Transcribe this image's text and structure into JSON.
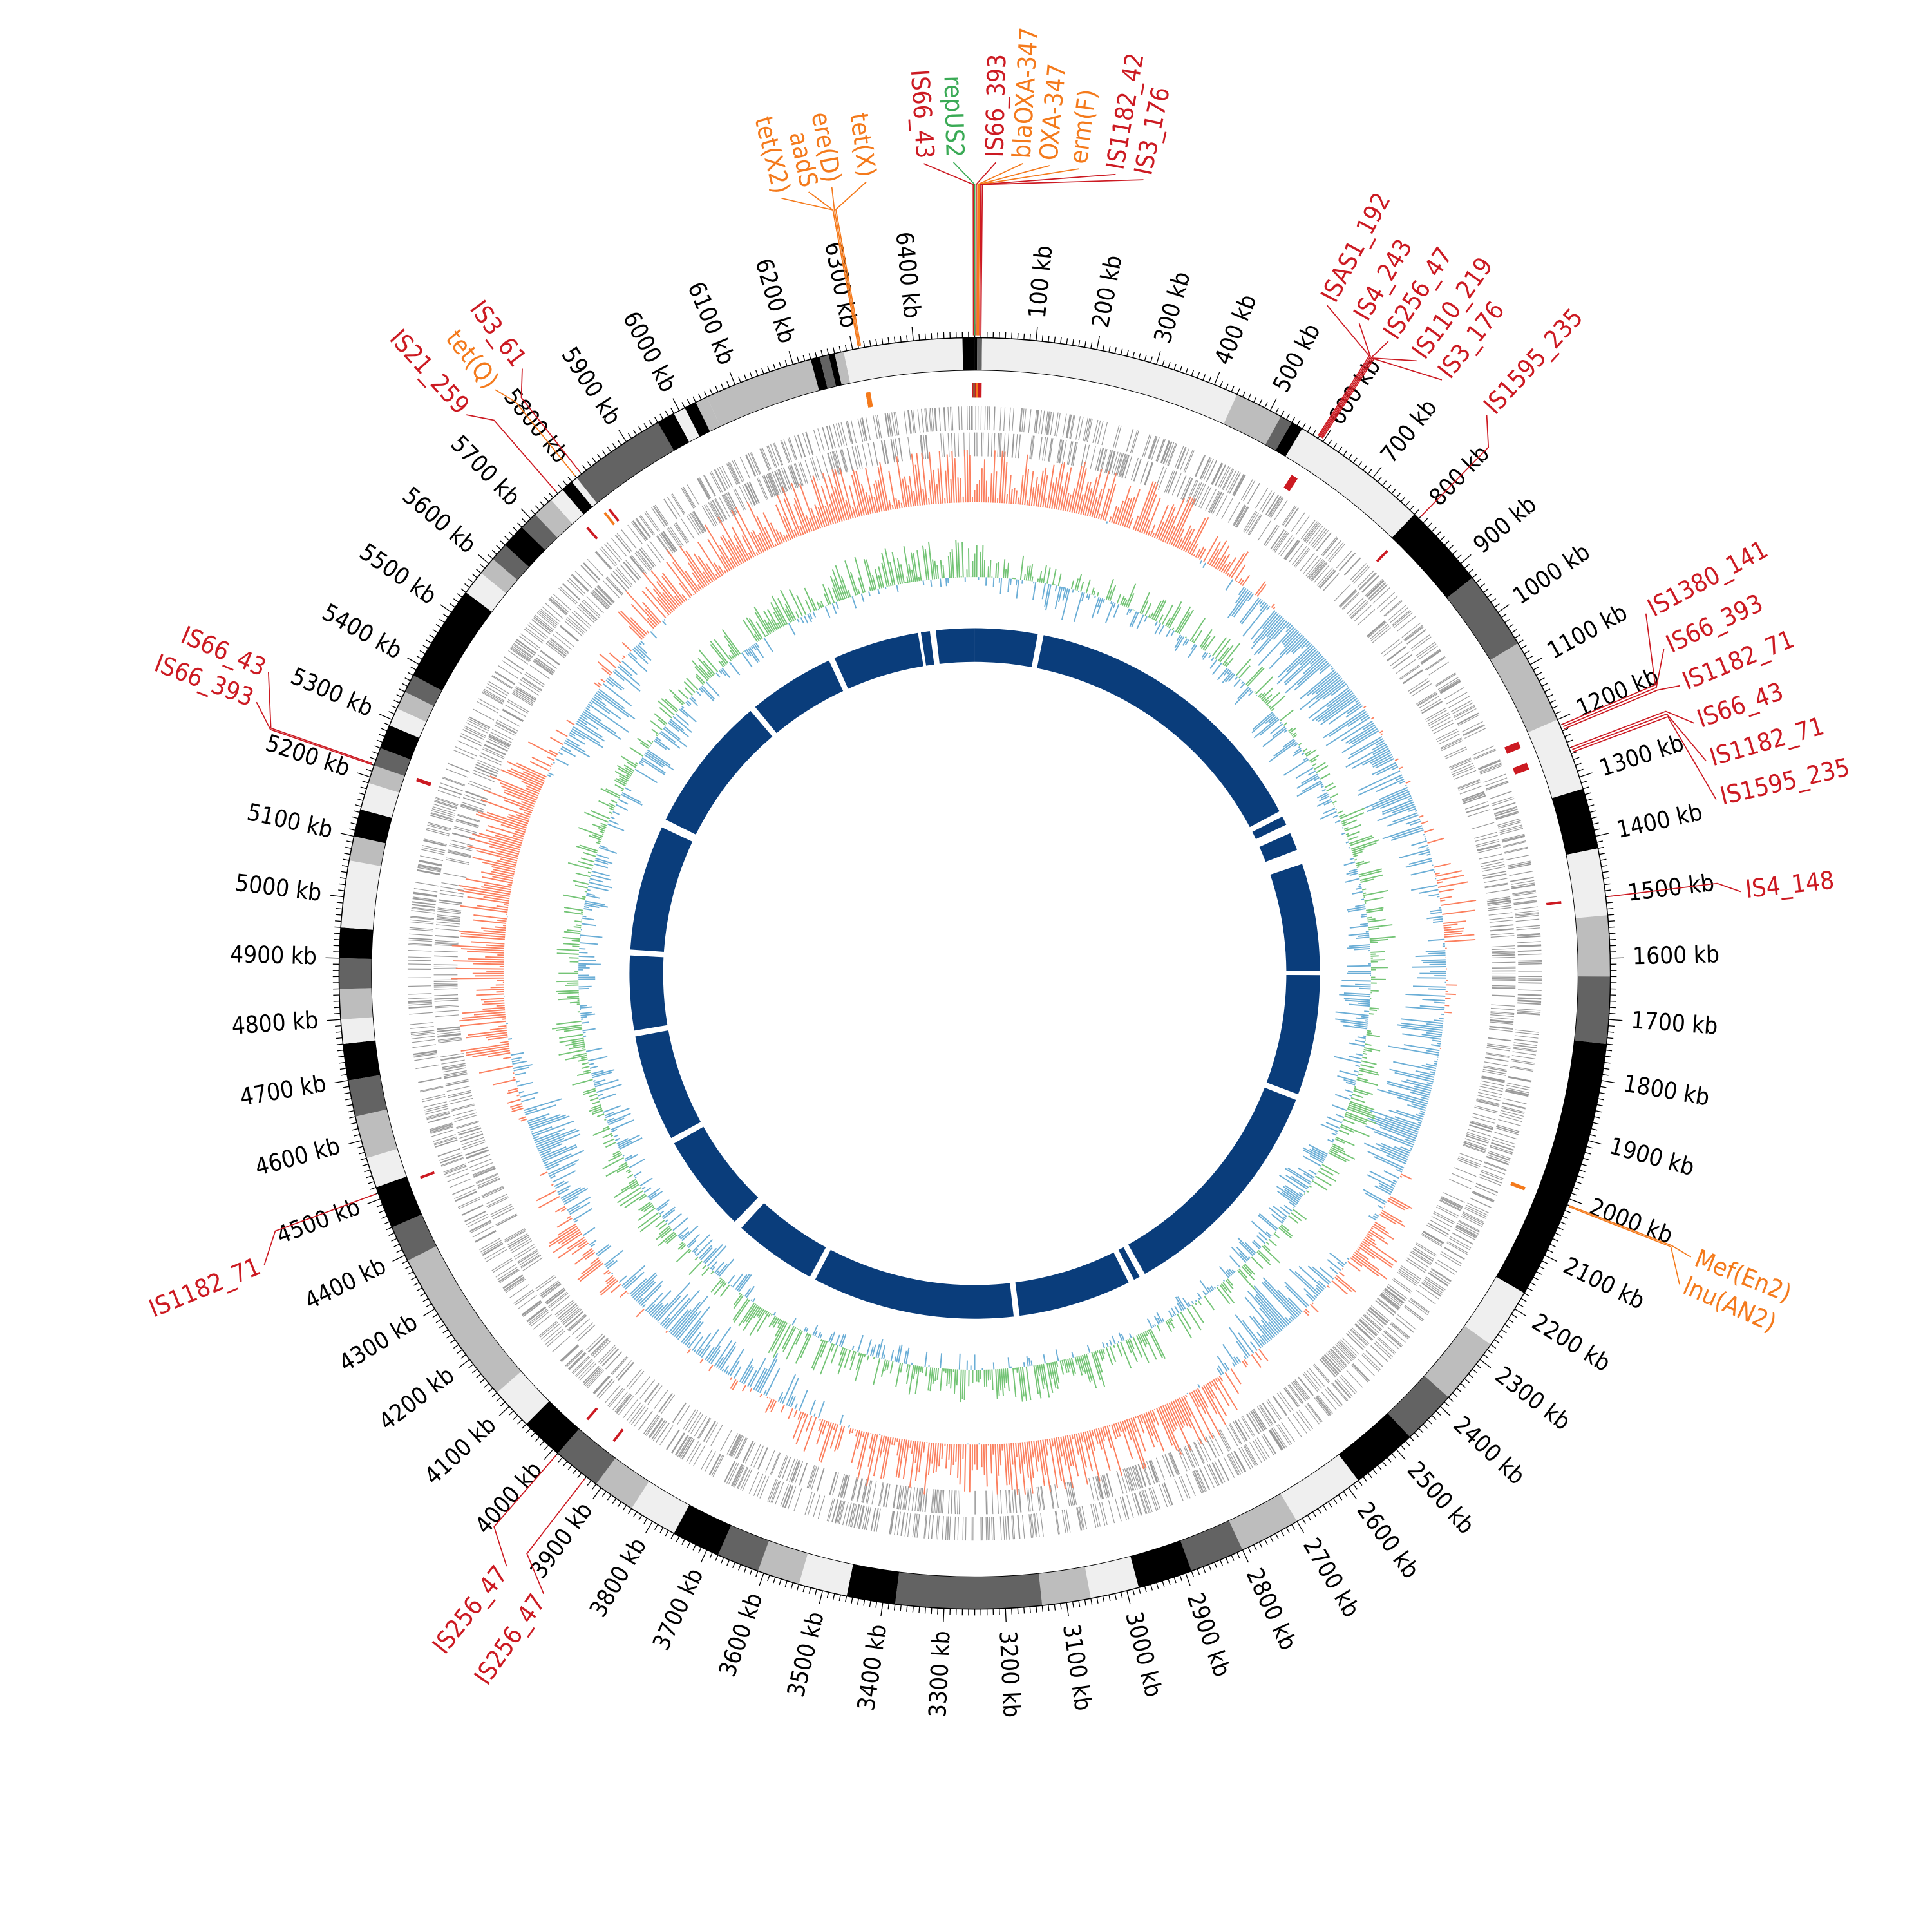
{
  "chart_data": {
    "type": "circular-genome",
    "title": "",
    "genome_length_kb": 6500,
    "tick_major_kb": 100,
    "tick_minor_kb": 10,
    "tick_labels": [
      "100 kb",
      "200 kb",
      "300 kb",
      "400 kb",
      "500 kb",
      "600 kb",
      "700 kb",
      "800 kb",
      "900 kb",
      "1000 kb",
      "1100 kb",
      "1200 kb",
      "1300 kb",
      "1400 kb",
      "1500 kb",
      "1600 kb",
      "1700 kb",
      "1800 kb",
      "1900 kb",
      "2000 kb",
      "2100 kb",
      "2200 kb",
      "2300 kb",
      "2400 kb",
      "2500 kb",
      "2600 kb",
      "2700 kb",
      "2800 kb",
      "2900 kb",
      "3000 kb",
      "3100 kb",
      "3200 kb",
      "3300 kb",
      "3400 kb",
      "3500 kb",
      "3600 kb",
      "3700 kb",
      "3800 kb",
      "3900 kb",
      "4000 kb",
      "4100 kb",
      "4200 kb",
      "4300 kb",
      "4400 kb",
      "4500 kb",
      "4600 kb",
      "4700 kb",
      "4800 kb",
      "4900 kb",
      "5000 kb",
      "5100 kb",
      "5200 kb",
      "5300 kb",
      "5400 kb",
      "5500 kb",
      "5600 kb",
      "5700 kb",
      "5800 kb",
      "5900 kb",
      "6000 kb",
      "6100 kb",
      "6200 kb",
      "6300 kb",
      "6400 kb"
    ],
    "contig_bands_kb": [
      [
        0,
        4,
        "B"
      ],
      [
        4,
        12,
        "D"
      ],
      [
        12,
        440,
        "L"
      ],
      [
        440,
        520,
        "G"
      ],
      [
        520,
        540,
        "D"
      ],
      [
        540,
        560,
        "B"
      ],
      [
        560,
        790,
        "L"
      ],
      [
        790,
        930,
        "B"
      ],
      [
        930,
        1060,
        "D"
      ],
      [
        1060,
        1200,
        "G"
      ],
      [
        1200,
        1320,
        "L"
      ],
      [
        1320,
        1420,
        "B"
      ],
      [
        1420,
        1530,
        "L"
      ],
      [
        1530,
        1630,
        "G"
      ],
      [
        1630,
        1740,
        "D"
      ],
      [
        1740,
        2170,
        "B"
      ],
      [
        2170,
        2270,
        "L"
      ],
      [
        2270,
        2380,
        "G"
      ],
      [
        2380,
        2470,
        "D"
      ],
      [
        2470,
        2580,
        "B"
      ],
      [
        2580,
        2700,
        "L"
      ],
      [
        2700,
        2800,
        "G"
      ],
      [
        2800,
        2890,
        "D"
      ],
      [
        2890,
        2980,
        "B"
      ],
      [
        2980,
        3060,
        "L"
      ],
      [
        3060,
        3140,
        "G"
      ],
      [
        3140,
        3380,
        "D"
      ],
      [
        3380,
        3460,
        "B"
      ],
      [
        3460,
        3540,
        "L"
      ],
      [
        3540,
        3610,
        "G"
      ],
      [
        3610,
        3680,
        "D"
      ],
      [
        3680,
        3760,
        "B"
      ],
      [
        3760,
        3840,
        "L"
      ],
      [
        3840,
        3910,
        "G"
      ],
      [
        3910,
        3990,
        "D"
      ],
      [
        3990,
        4060,
        "B"
      ],
      [
        4060,
        4130,
        "L"
      ],
      [
        4130,
        4390,
        "G"
      ],
      [
        4390,
        4450,
        "D"
      ],
      [
        4450,
        4520,
        "B"
      ],
      [
        4520,
        4570,
        "L"
      ],
      [
        4570,
        4640,
        "G"
      ],
      [
        4640,
        4700,
        "D"
      ],
      [
        4700,
        4760,
        "B"
      ],
      [
        4760,
        4800,
        "L"
      ],
      [
        4800,
        4850,
        "G"
      ],
      [
        4850,
        4900,
        "D"
      ],
      [
        4900,
        4950,
        "B"
      ],
      [
        4950,
        5060,
        "L"
      ],
      [
        5060,
        5100,
        "G"
      ],
      [
        5100,
        5145,
        "B"
      ],
      [
        5145,
        5190,
        "L"
      ],
      [
        5190,
        5220,
        "G"
      ],
      [
        5220,
        5250,
        "D"
      ],
      [
        5250,
        5290,
        "B"
      ],
      [
        5290,
        5320,
        "L"
      ],
      [
        5320,
        5350,
        "G"
      ],
      [
        5350,
        5380,
        "D"
      ],
      [
        5380,
        5540,
        "B"
      ],
      [
        5540,
        5580,
        "L"
      ],
      [
        5580,
        5610,
        "G"
      ],
      [
        5610,
        5640,
        "D"
      ],
      [
        5640,
        5680,
        "B"
      ],
      [
        5680,
        5710,
        "D"
      ],
      [
        5710,
        5745,
        "G"
      ],
      [
        5745,
        5770,
        "L"
      ],
      [
        5770,
        5790,
        "B"
      ],
      [
        5790,
        5800,
        "L"
      ],
      [
        5800,
        5960,
        "D"
      ],
      [
        5960,
        5990,
        "B"
      ],
      [
        5990,
        6010,
        "L"
      ],
      [
        6010,
        6030,
        "B"
      ],
      [
        6030,
        6050,
        "G"
      ],
      [
        6050,
        6230,
        "G"
      ],
      [
        6230,
        6245,
        "B"
      ],
      [
        6245,
        6260,
        "D"
      ],
      [
        6260,
        6270,
        "B"
      ],
      [
        6270,
        6285,
        "G"
      ],
      [
        6285,
        6480,
        "L"
      ],
      [
        6480,
        6500,
        "B"
      ]
    ],
    "band_shades": {
      "L": "#efefef",
      "G": "#bdbdbd",
      "D": "#636363",
      "B": "#000000"
    },
    "inner_contigs_kb": [
      [
        0,
        190
      ],
      [
        208,
        1119
      ],
      [
        1137,
        1164
      ],
      [
        1192,
        1246
      ],
      [
        1291,
        1616
      ],
      [
        1630,
        1995
      ],
      [
        2013,
        2717
      ],
      [
        2735,
        2754
      ],
      [
        2772,
        3115
      ],
      [
        3133,
        3747
      ],
      [
        3765,
        4018
      ],
      [
        4045,
        4343
      ],
      [
        4361,
        4685
      ],
      [
        4703,
        4929
      ],
      [
        4947,
        5327
      ],
      [
        5353,
        5769
      ],
      [
        5787,
        6049
      ],
      [
        6067,
        6329
      ],
      [
        6338,
        6365
      ],
      [
        6383,
        6500
      ]
    ],
    "gc_skew_profile": [
      0.6,
      0.5,
      0.5,
      -0.6,
      -0.5,
      -0.4,
      0.2,
      -0.5,
      -0.6,
      0.4,
      -0.6,
      0.5,
      0.6,
      0.5,
      0.5,
      -0.3,
      -0.5,
      0.3,
      -0.5,
      0.5,
      0.5,
      0.6,
      -0.5,
      0.4,
      0.6,
      0.6
    ],
    "gc_content_profile": [
      0.3,
      -0.2,
      0.2,
      0.1,
      -0.3,
      0.2,
      0.1,
      -0.3,
      0.2,
      -0.2,
      0.1,
      0.2,
      0.3,
      0.2,
      0.1,
      0.3,
      -0.1,
      0.2,
      -0.2,
      0.2,
      -0.1,
      0.1,
      -0.2,
      0.1,
      0.2,
      0.3
    ],
    "annotations": [
      {
        "label": "tet(X2)",
        "kb": 6310,
        "type": "ARG"
      },
      {
        "label": "aadS",
        "kb": 6310,
        "type": "ARG"
      },
      {
        "label": "ere(D)",
        "kb": 6312,
        "type": "ARG"
      },
      {
        "label": "tet(X)",
        "kb": 6314,
        "type": "ARG"
      },
      {
        "label": "IS66_43",
        "kb": 6498,
        "type": "IS"
      },
      {
        "label": "repUS2",
        "kb": 0,
        "type": "plasmid"
      },
      {
        "label": "IS66_393",
        "kb": 2,
        "type": "IS"
      },
      {
        "label": "blaOXA-347",
        "kb": 4,
        "type": "ARG"
      },
      {
        "label": "OXA-347",
        "kb": 5,
        "type": "ARG"
      },
      {
        "label": "erm(F)",
        "kb": 6,
        "type": "ARG"
      },
      {
        "label": "IS1182_42",
        "kb": 8,
        "type": "IS"
      },
      {
        "label": "IS3_176",
        "kb": 10,
        "type": "IS"
      },
      {
        "label": "ISAS1_192",
        "kb": 588,
        "type": "IS"
      },
      {
        "label": "IS4_243",
        "kb": 590,
        "type": "IS"
      },
      {
        "label": "IS256_47",
        "kb": 592,
        "type": "IS"
      },
      {
        "label": "IS110_219",
        "kb": 594,
        "type": "IS"
      },
      {
        "label": "IS3_176",
        "kb": 596,
        "type": "IS"
      },
      {
        "label": "IS1595_235",
        "kb": 800,
        "type": "IS"
      },
      {
        "label": "IS1380_141",
        "kb": 1210,
        "type": "IS"
      },
      {
        "label": "IS66_393",
        "kb": 1214,
        "type": "IS"
      },
      {
        "label": "IS1182_71",
        "kb": 1218,
        "type": "IS"
      },
      {
        "label": "IS66_43",
        "kb": 1250,
        "type": "IS"
      },
      {
        "label": "IS1182_71",
        "kb": 1254,
        "type": "IS"
      },
      {
        "label": "IS1595_235",
        "kb": 1258,
        "type": "IS"
      },
      {
        "label": "IS4_148",
        "kb": 1500,
        "type": "IS"
      },
      {
        "label": "Mef(En2)",
        "kb": 2010,
        "type": "ARG"
      },
      {
        "label": "lnu(AN2)",
        "kb": 2012,
        "type": "ARG"
      },
      {
        "label": "IS256_47",
        "kb": 3930,
        "type": "IS"
      },
      {
        "label": "IS256_47",
        "kb": 3990,
        "type": "IS"
      },
      {
        "label": "IS1182_71",
        "kb": 4510,
        "type": "IS"
      },
      {
        "label": "IS66_393",
        "kb": 5220,
        "type": "IS"
      },
      {
        "label": "IS66_43",
        "kb": 5222,
        "type": "IS"
      },
      {
        "label": "IS21_259",
        "kb": 5760,
        "type": "IS"
      },
      {
        "label": "tet(Q)",
        "kb": 5800,
        "type": "ARG"
      },
      {
        "label": "IS3_61",
        "kb": 5810,
        "type": "IS"
      }
    ],
    "colors": {
      "IS": "#cc1a22",
      "ARG": "#f47a1c",
      "plasmid": "#3aaa55",
      "skew_pos": "#fb7f5e",
      "skew_neg": "#6baed6",
      "gc_pos": "#74c476",
      "gc_neg": "#6baed6",
      "genes": "#9a9a9a",
      "inner_contigs": "#0a3d7b"
    }
  }
}
